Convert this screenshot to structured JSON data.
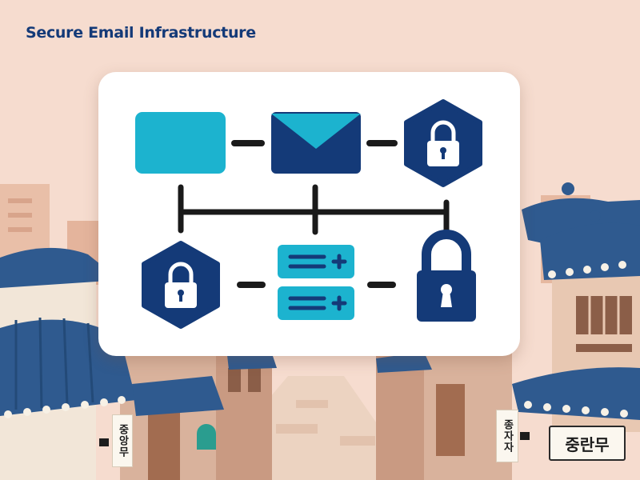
{
  "title": "Secure Email Infrastructure",
  "signs": {
    "left": "중앙무",
    "middle": "종자자",
    "right": "중란무"
  },
  "icons": {
    "top_row": [
      "rectangle-block",
      "envelope-icon",
      "padlock-hexagon-icon"
    ],
    "bottom_row": [
      "padlock-hexagon-icon",
      "server-stack-icon",
      "padlock-icon"
    ]
  },
  "colors": {
    "navy": "#143a78",
    "teal": "#1cb3cf",
    "connector": "#1a1a1a",
    "background": "#f6dccf",
    "roof": "#2f5a8f"
  }
}
